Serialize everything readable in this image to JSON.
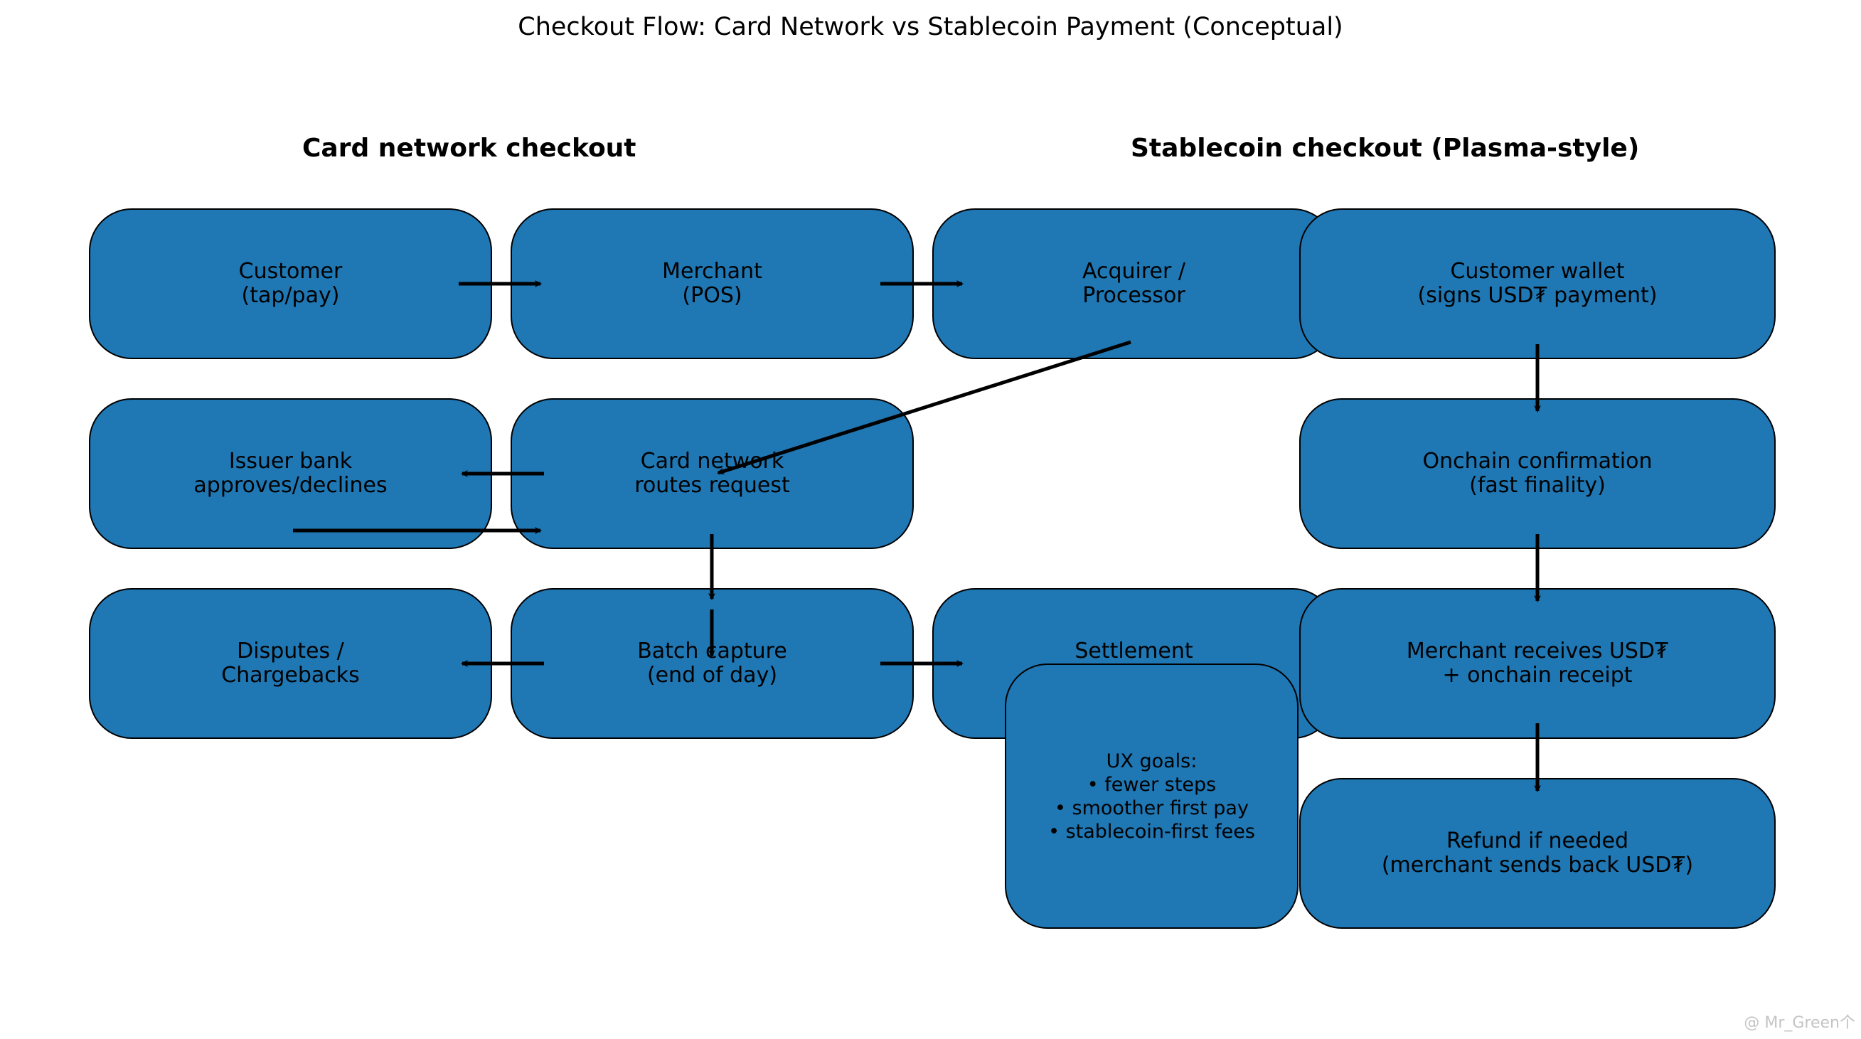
{
  "title": "Checkout Flow: Card Network vs Stablecoin Payment (Conceptual)",
  "sections": {
    "card": "Card network checkout",
    "stable": "Stablecoin checkout (Plasma-style)"
  },
  "nodes": {
    "customer": "Customer\n(tap/pay)",
    "merchant": "Merchant\n(POS)",
    "acquirer": "Acquirer /\nProcessor",
    "issuer": "Issuer bank\napproves/declines",
    "card_network": "Card network\nroutes request",
    "disputes": "Disputes /\nChargebacks",
    "batch": "Batch capture\n(end of day)",
    "settlement": "Settlement\n(1–3 days)",
    "wallet": "Customer wallet\n(signs USD₮ payment)",
    "onchain": "Onchain confirmation\n(fast finality)",
    "merchant_receives": "Merchant receives USD₮\n+ onchain receipt",
    "refund": "Refund if needed\n(merchant sends back USD₮)"
  },
  "note": "UX goals:\n• fewer steps\n• smoother first pay\n• stablecoin-first fees",
  "watermark": "@ Mr_Green个",
  "colors": {
    "node_fill": "#1f77b4",
    "node_border": "#000000",
    "arrow": "#000000",
    "watermark": "#c4c4c4"
  }
}
